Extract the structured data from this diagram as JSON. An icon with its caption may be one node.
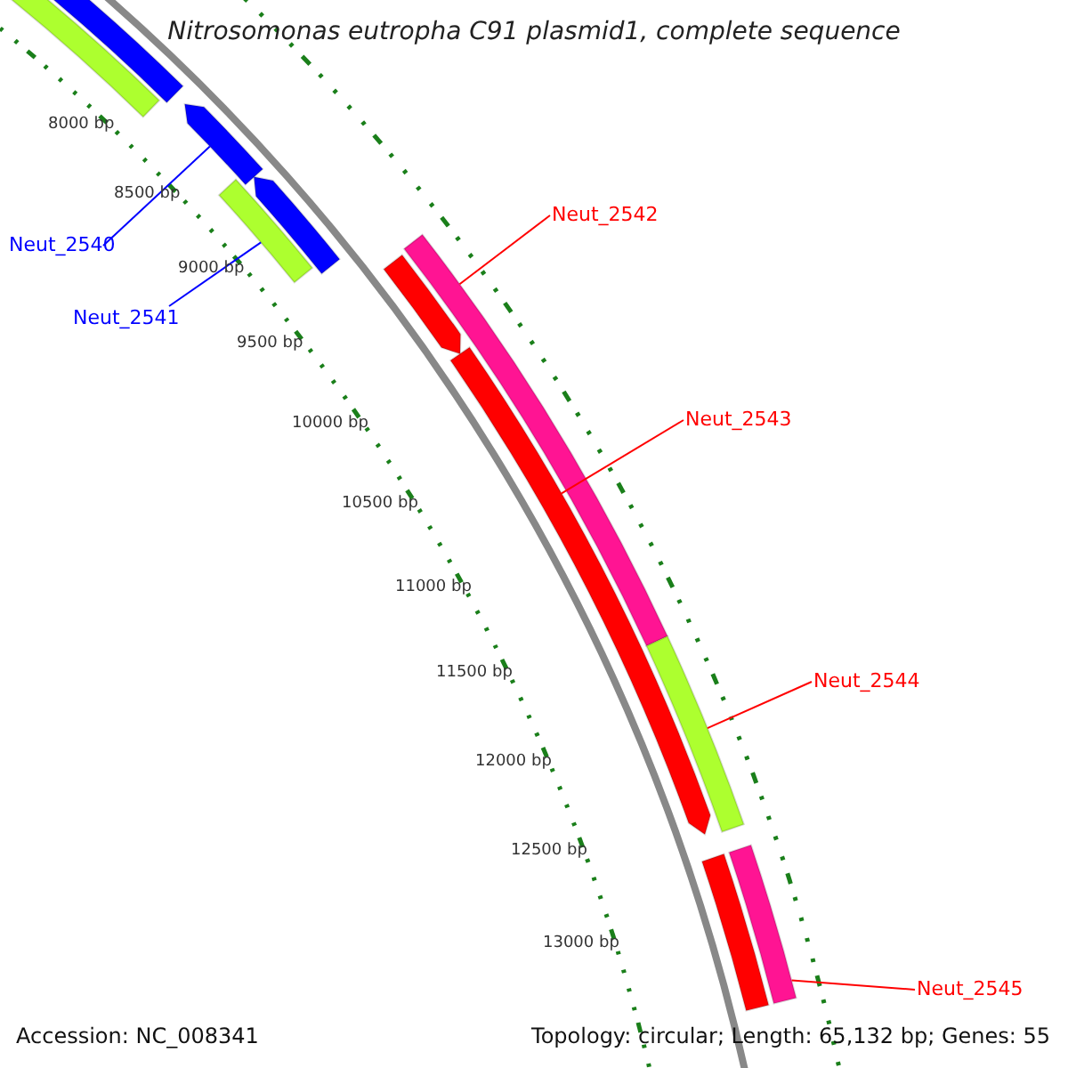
{
  "diagram": {
    "title": "Nitrosomonas eutropha C91 plasmid1, complete sequence",
    "nodes": [
      {
        "text": [
          "Neut_2540"
        ]
      },
      {
        "text": [
          "Neut_2541"
        ]
      },
      {
        "text": [
          "Neut_2542"
        ]
      },
      {
        "text": [
          "Neut_2543"
        ]
      },
      {
        "text": [
          "Neut_2544"
        ]
      },
      {
        "text": [
          "Neut_2545"
        ]
      },
      {
        "text": [],
        "shape": "bar"
      },
      {
        "text": [],
        "shape": "bar"
      },
      {
        "text": [],
        "shape": "bar"
      },
      {
        "text": [],
        "shape": "bar"
      },
      {
        "text": [],
        "shape": "bar"
      },
      {
        "text": [],
        "shape": "bar"
      },
      {
        "text": [],
        "shape": "bar"
      },
      {
        "text": [],
        "shape": "bar"
      },
      {
        "text": [],
        "shape": "bar"
      },
      {
        "text": [],
        "shape": "bar"
      },
      {
        "text": [],
        "shape": "bar"
      }
    ],
    "edges": [
      {
        "from": 0,
        "to": 8,
        "arrow": "none",
        "color": "#0000ff"
      },
      {
        "from": 1,
        "to": 10,
        "arrow": "none",
        "color": "#0000ff"
      },
      {
        "from": 2,
        "to": 11,
        "arrow": "none"
      },
      {
        "from": 3,
        "to": 13,
        "arrow": "none"
      },
      {
        "from": 4,
        "to": 14,
        "arrow": "none"
      },
      {
        "from": 5,
        "to": 15,
        "arrow": "none"
      }
    ],
    "labels": [
      "8000 bp",
      "8500 bp",
      "9000 bp",
      "9500 bp",
      "10000 bp",
      "10500 bp",
      "11000 bp",
      "11500 bp",
      "12000 bp",
      "12500 bp",
      "13000 bp",
      "Accession: NC_008341",
      "Topology: circular; Length: 65,132 bp; Genes: 55"
    ]
  }
}
